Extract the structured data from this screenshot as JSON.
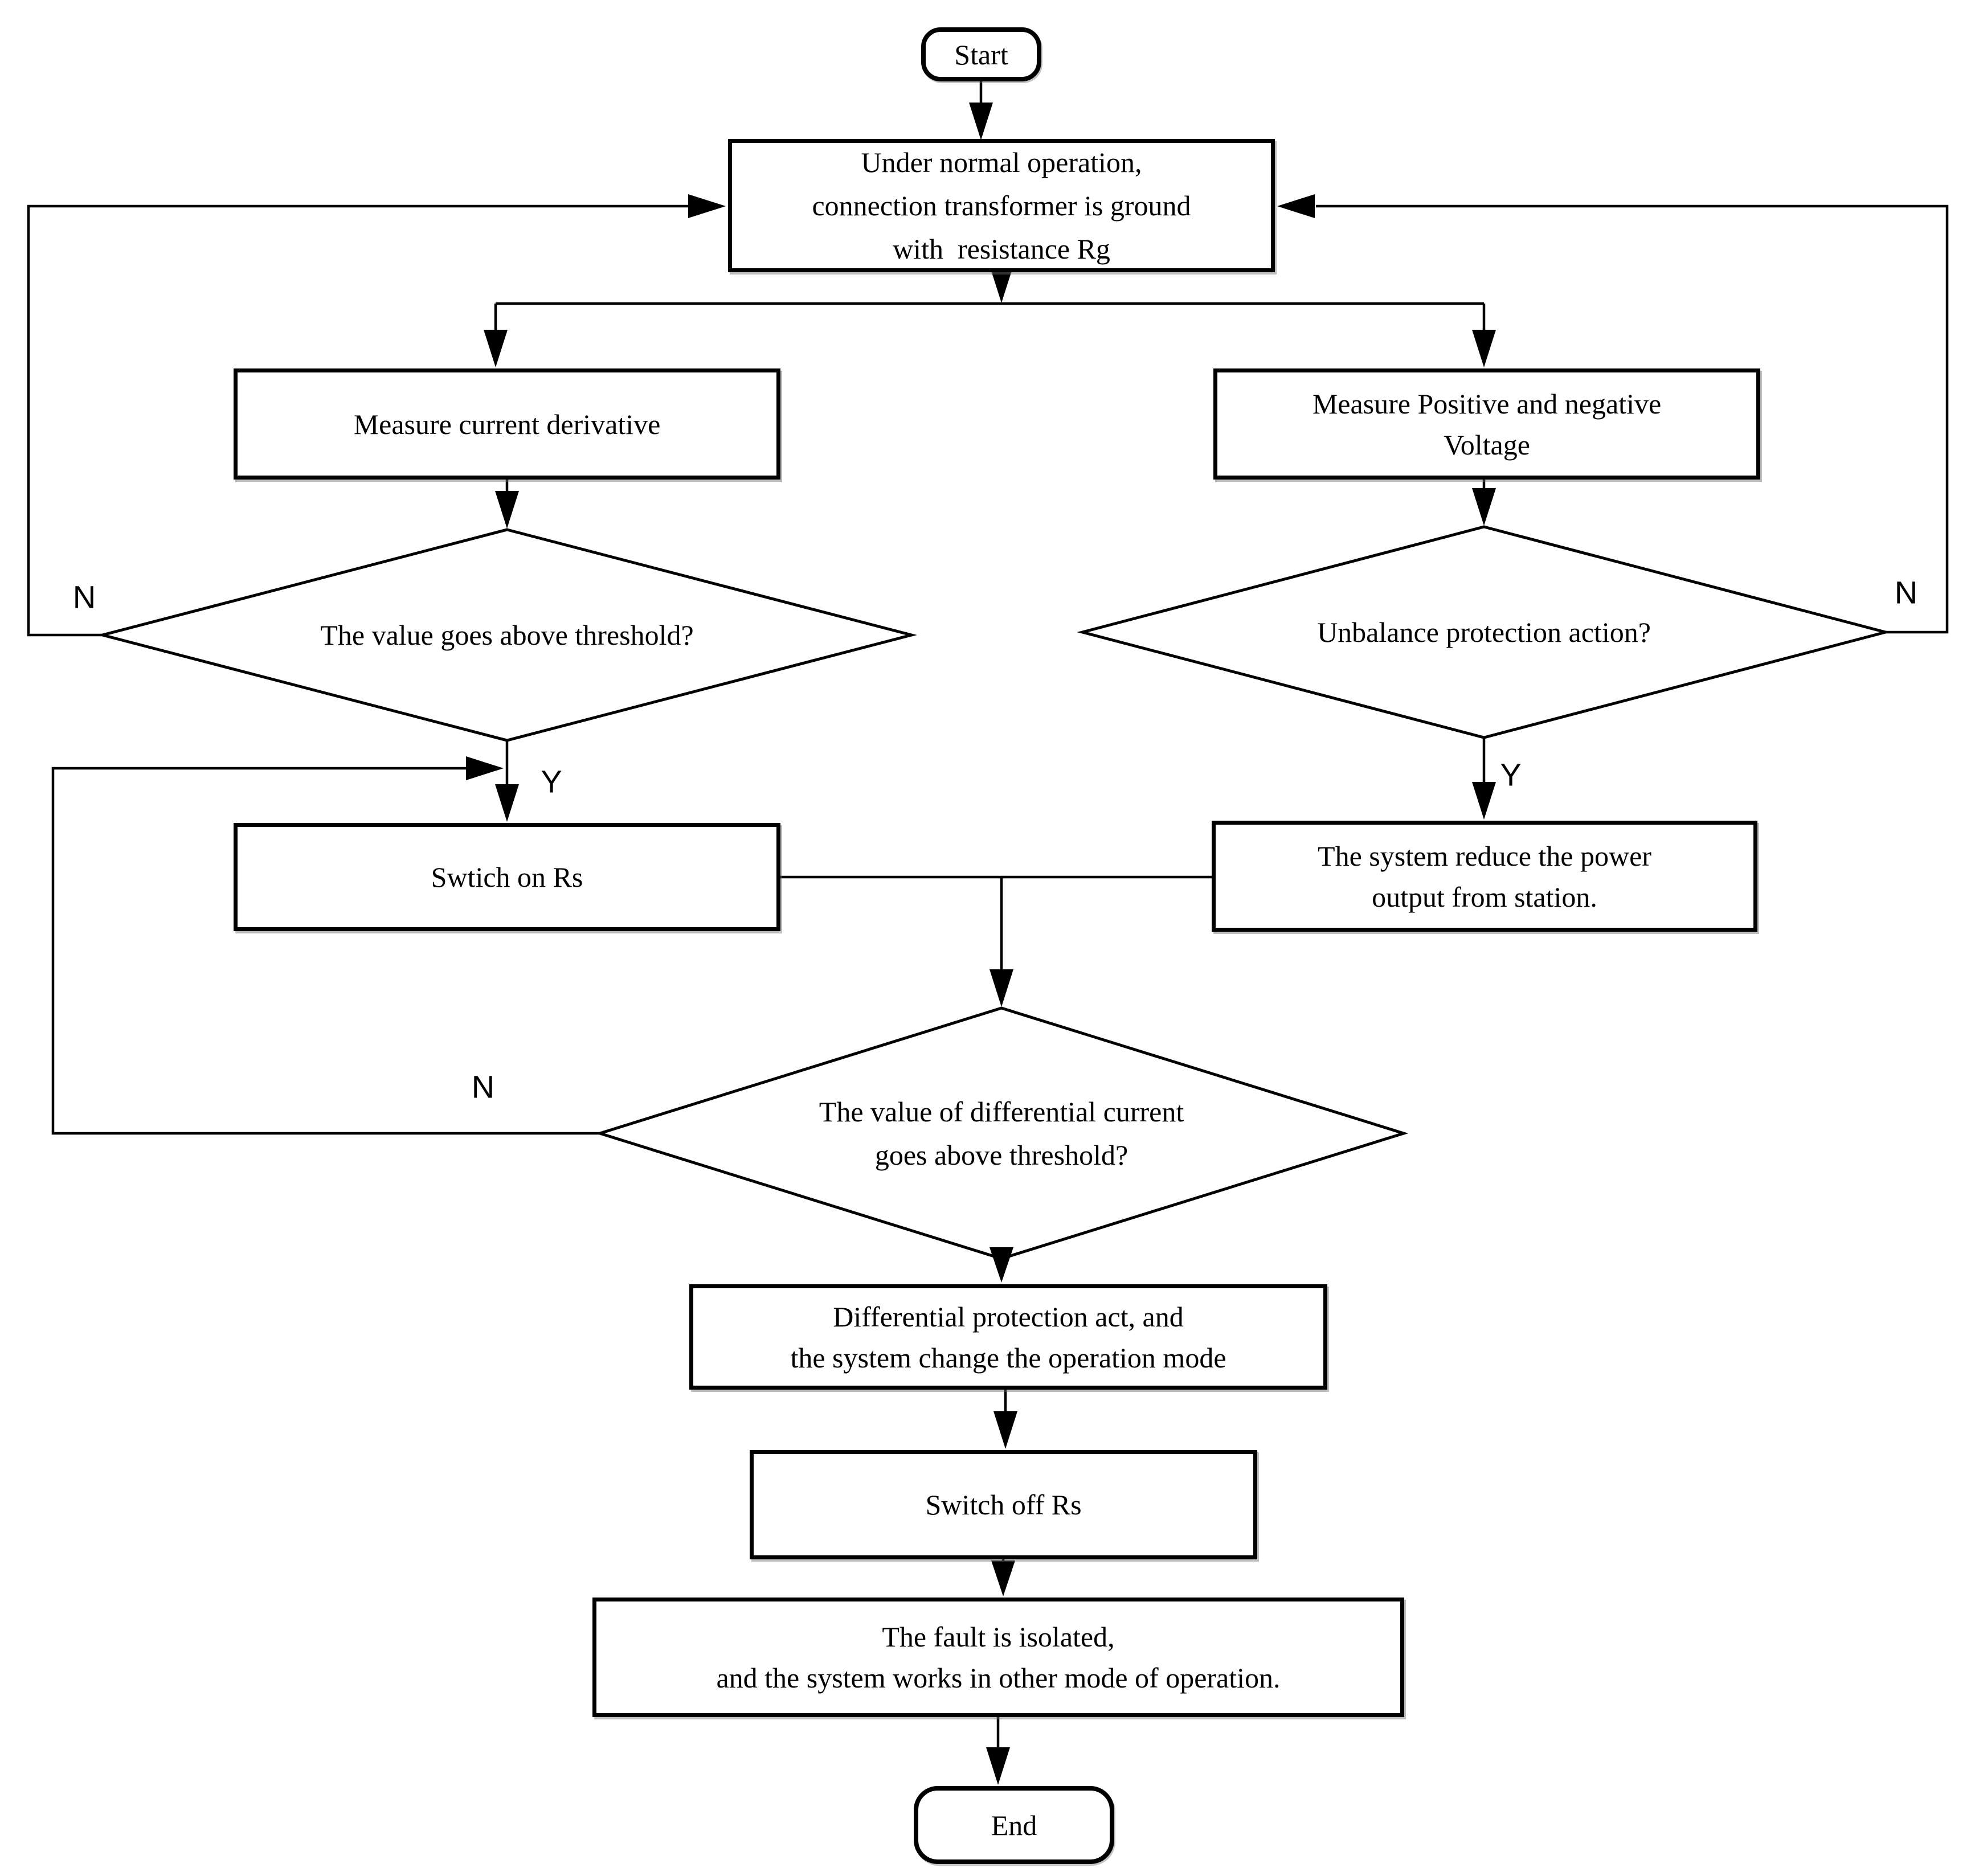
{
  "diagram": {
    "background_color": "#ffffff",
    "line_color": "#000000",
    "nodes": {
      "start": {
        "type": "terminator",
        "label": "Start"
      },
      "normal_operation": {
        "type": "process",
        "lines": [
          "Under normal operation,",
          "connection transformer is ground",
          "with  resistance Rg"
        ]
      },
      "measure_current": {
        "type": "process",
        "lines": [
          "Measure current derivative"
        ]
      },
      "measure_voltage": {
        "type": "process",
        "lines": [
          "Measure Positive and negative",
          "Voltage"
        ]
      },
      "current_threshold": {
        "type": "decision",
        "lines": [
          "The value goes above threshold?"
        ]
      },
      "unbalance_action": {
        "type": "decision",
        "lines": [
          "Unbalance protection action?"
        ]
      },
      "switch_on_rs": {
        "type": "process",
        "lines": [
          "Swtich on Rs"
        ]
      },
      "reduce_power": {
        "type": "process",
        "lines": [
          "The system reduce the power",
          "output from station."
        ]
      },
      "diff_current_threshold": {
        "type": "decision",
        "lines": [
          "The value of differential current",
          "goes above threshold?"
        ]
      },
      "diff_protection": {
        "type": "process",
        "lines": [
          "Differential protection act, and",
          "the system change the operation mode"
        ]
      },
      "switch_off_rs": {
        "type": "process",
        "lines": [
          "Switch off Rs"
        ]
      },
      "fault_isolated": {
        "type": "process",
        "lines": [
          "The fault is isolated,",
          "and the system works in other mode of operation."
        ]
      },
      "end": {
        "type": "terminator",
        "label": "End"
      }
    },
    "edge_labels": {
      "current_threshold_no": "N",
      "current_threshold_yes": "Y",
      "unbalance_no": "N",
      "unbalance_yes": "Y",
      "diff_threshold_no": "N"
    }
  }
}
